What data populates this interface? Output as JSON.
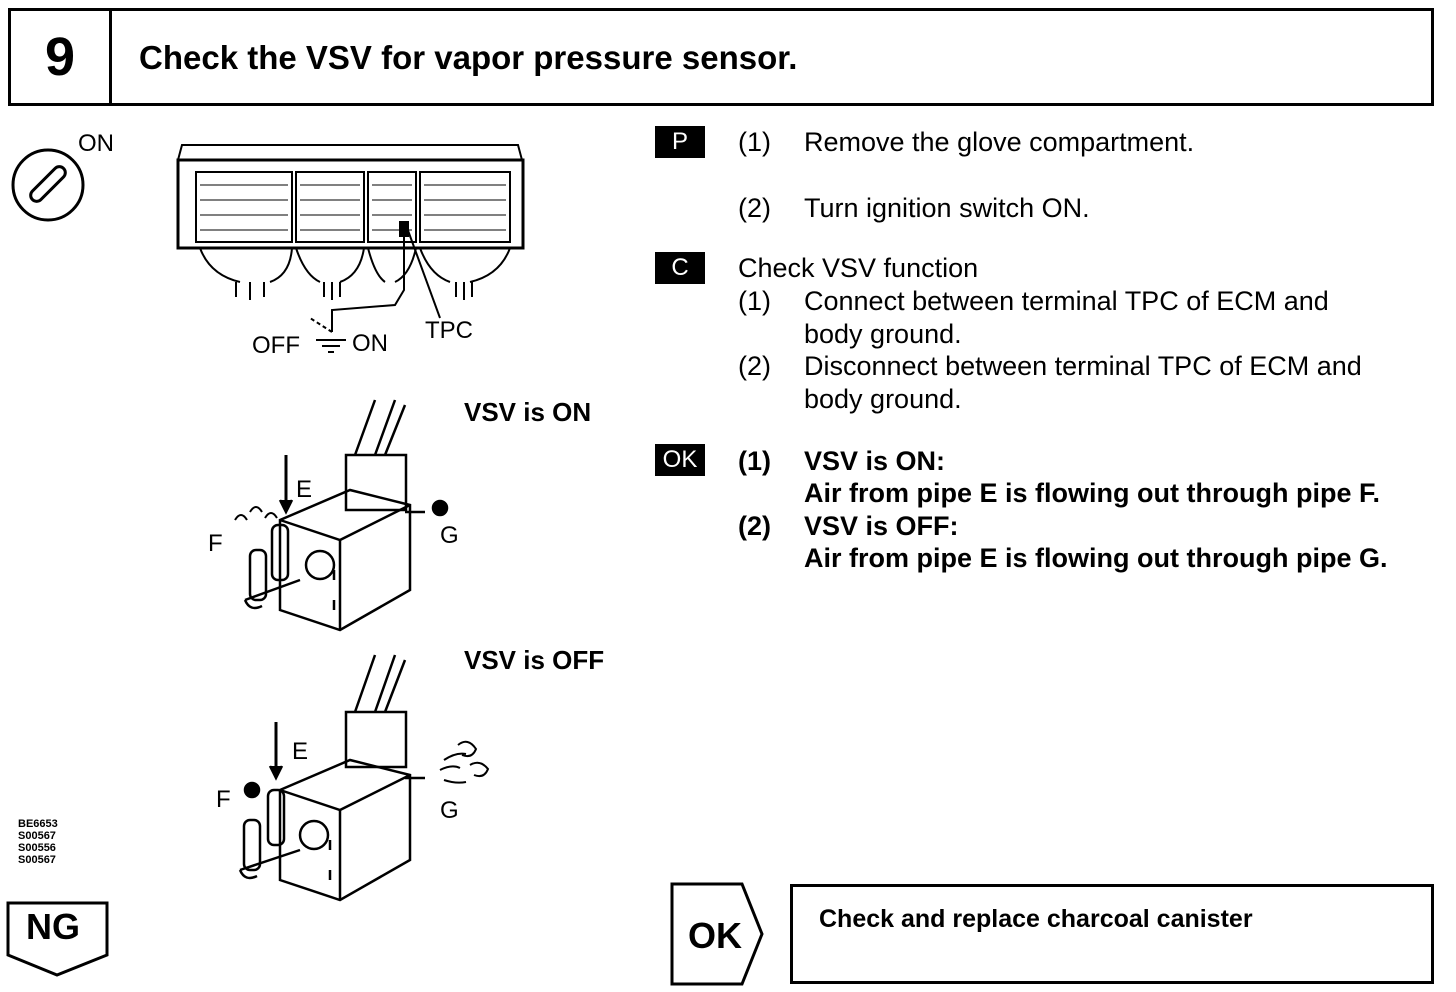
{
  "header": {
    "step_number": "9",
    "title": "Check the VSV for vapor pressure sensor."
  },
  "figure": {
    "ignition_label": "ON",
    "switch_off_label": "OFF",
    "switch_on_label": "ON",
    "terminal_label": "TPC",
    "vsv_on_label": "VSV is ON",
    "vsv_off_label": "VSV is OFF",
    "pipe_labels": {
      "e": "E",
      "f": "F",
      "g": "G"
    },
    "codes": [
      "BE6653",
      "S00567",
      "S00556",
      "S00567"
    ]
  },
  "procedure": {
    "prep_tag": "P",
    "prep_steps": [
      {
        "num": "(1)",
        "text": "Remove the glove compartment."
      },
      {
        "num": "(2)",
        "text": "Turn ignition switch ON."
      }
    ],
    "check_tag": "C",
    "check_title": "Check VSV function",
    "check_steps": [
      {
        "num": "(1)",
        "line1": "Connect between terminal TPC of ECM and",
        "line2": "body ground."
      },
      {
        "num": "(2)",
        "line1": "Disconnect between terminal TPC of ECM and",
        "line2": "body ground."
      }
    ],
    "ok_tag": "OK",
    "ok_steps": [
      {
        "num": "(1)",
        "line1": "VSV is ON:",
        "line2": "Air from pipe E is flowing out through pipe F."
      },
      {
        "num": "(2)",
        "line1": "VSV is OFF:",
        "line2": "Air from pipe E is flowing out through pipe G."
      }
    ]
  },
  "result": {
    "ng_label": "NG",
    "ok_label": "OK",
    "ok_action": "Check and replace charcoal canister"
  }
}
